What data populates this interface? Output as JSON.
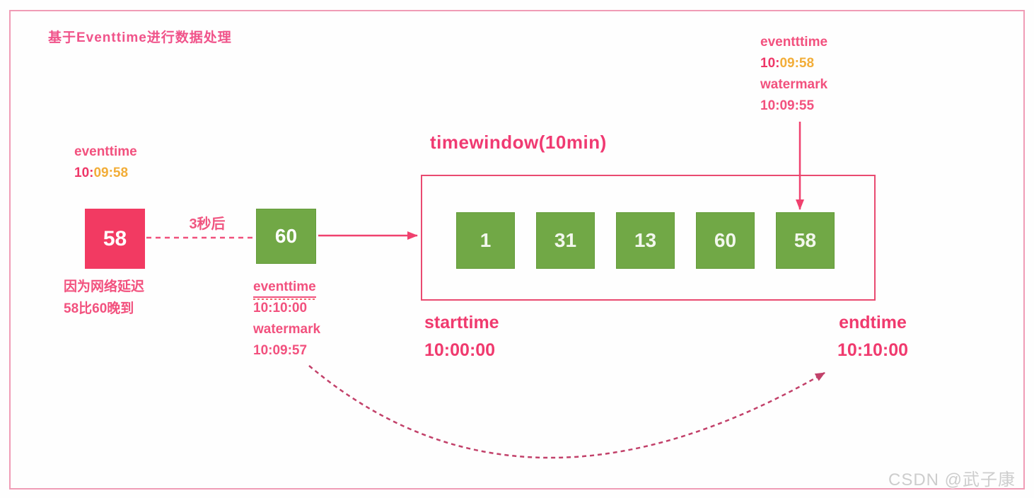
{
  "title": "基于Eventtime进行数据处理",
  "colors": {
    "accent_pink": "#f0538a",
    "deep_pink_box": "#f23a62",
    "green_box": "#71a846",
    "orange_time": "#f2ad38",
    "window_border": "#e94a70",
    "outer_border": "#f09cb6",
    "curve_arrow": "#c2416a",
    "credit_gray": "#cdcdcd"
  },
  "late_event": {
    "label": "eventtime",
    "time_prefix": "10:",
    "time_suffix": "09:58",
    "box_value": "58",
    "delay_label": "3秒后",
    "note_line1": "因为网络延迟",
    "note_line2": "58比60晚到"
  },
  "current_event": {
    "box_value": "60",
    "eventtime_label": "eventtime",
    "eventtime_value": "10:10:00",
    "watermark_label": "watermark",
    "watermark_value": "10:09:57"
  },
  "window": {
    "title": "timewindow(10min)",
    "items": [
      "1",
      "31",
      "13",
      "60",
      "58"
    ],
    "starttime_label": "starttime",
    "starttime_value": "10:00:00",
    "endtime_label": "endtime",
    "endtime_value": "10:10:00"
  },
  "late_arrival_annotation": {
    "eventtime_label": "eventttime",
    "time_prefix": "10:",
    "time_suffix": "09:58",
    "watermark_label": "watermark",
    "watermark_value": "10:09:55"
  },
  "credit": "CSDN @武子康"
}
